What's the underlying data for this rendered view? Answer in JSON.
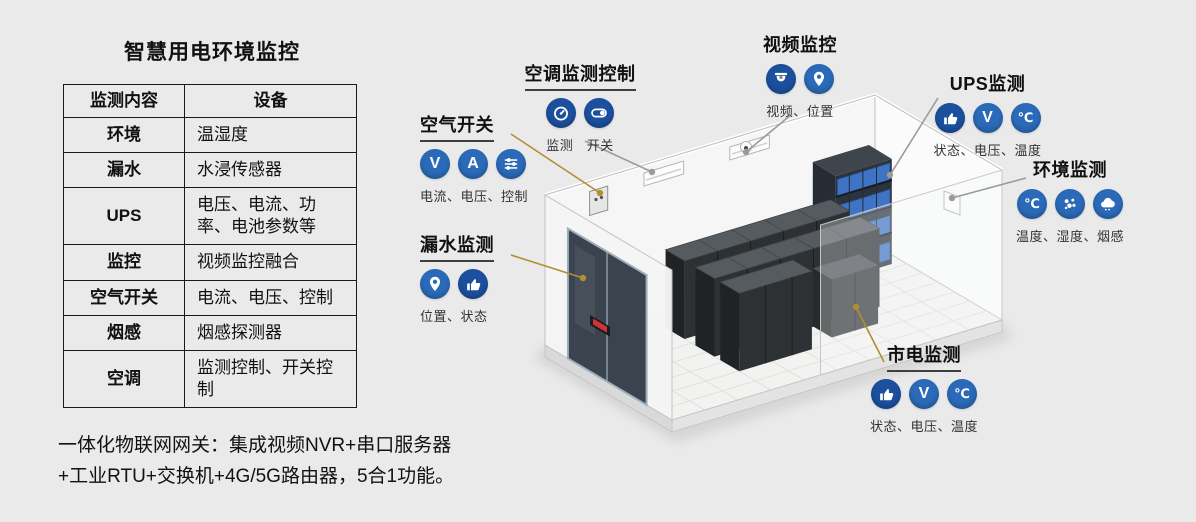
{
  "colors": {
    "bg": "#eaeaea",
    "icon_blue": "#2a6ab8",
    "icon_navy": "#1c4f9d",
    "line_gray": "#9b9b9b",
    "line_gold": "#b08f2e"
  },
  "left_panel": {
    "title": "智慧用电环境监控",
    "table": {
      "headers": [
        "监测内容",
        "设备"
      ],
      "rows": [
        [
          "环境",
          "温湿度"
        ],
        [
          "漏水",
          "水浸传感器"
        ],
        [
          "UPS",
          "电压、电流、功率、电池参数等"
        ],
        [
          "监控",
          "视频监控融合"
        ],
        [
          "空气开关",
          "电流、电压、控制"
        ],
        [
          "烟感",
          "烟感探测器"
        ],
        [
          "空调",
          "监测控制、开关控制"
        ]
      ]
    },
    "gateway_note_line1": "一体化物联网网关：集成视频NVR+串口服务器",
    "gateway_note_line2": "+工业RTU+交换机+4G/5G路由器，5合1功能。"
  },
  "callouts": {
    "ac": {
      "title": "空调监测控制",
      "caption": "监测　开关",
      "icons": [
        {
          "name": "monitor-gauge-icon"
        },
        {
          "name": "switch-icon"
        }
      ]
    },
    "video": {
      "title": "视频监控",
      "caption": "视频、位置",
      "icons": [
        {
          "name": "camera-icon"
        },
        {
          "name": "location-icon"
        }
      ]
    },
    "ups": {
      "title": "UPS监测",
      "caption": "状态、电压、温度",
      "icons": [
        {
          "name": "status-thumb-icon"
        },
        {
          "name": "voltage-icon",
          "glyph": "V"
        },
        {
          "name": "temperature-icon",
          "glyph": "℃"
        }
      ]
    },
    "air_switch": {
      "title": "空气开关",
      "caption": "电流、电压、控制",
      "icons": [
        {
          "name": "voltage-icon",
          "glyph": "V"
        },
        {
          "name": "current-icon",
          "glyph": "A"
        },
        {
          "name": "control-sliders-icon"
        }
      ]
    },
    "env": {
      "title": "环境监测",
      "caption": "温度、湿度、烟感",
      "icons": [
        {
          "name": "temperature-icon",
          "glyph": "℃"
        },
        {
          "name": "humidity-icon"
        },
        {
          "name": "smoke-icon"
        }
      ]
    },
    "water": {
      "title": "漏水监测",
      "caption": "位置、状态",
      "icons": [
        {
          "name": "location-icon"
        },
        {
          "name": "status-thumb-icon"
        }
      ]
    },
    "mains": {
      "title": "市电监测",
      "caption": "状态、电压、温度",
      "icons": [
        {
          "name": "status-thumb-icon"
        },
        {
          "name": "voltage-icon",
          "glyph": "V"
        },
        {
          "name": "temperature-icon",
          "glyph": "℃"
        }
      ]
    }
  }
}
